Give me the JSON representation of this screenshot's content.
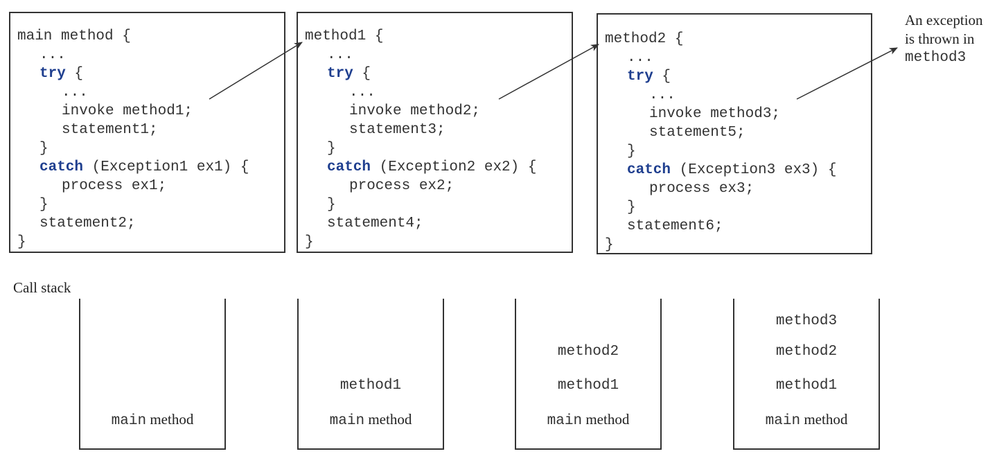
{
  "code_boxes": [
    {
      "lines": [
        {
          "pre": "main method {",
          "kw": "",
          "post": "",
          "indent": 0
        },
        {
          "pre": "...",
          "kw": "",
          "post": "",
          "indent": 1
        },
        {
          "pre": "",
          "kw": "try",
          "post": " {",
          "indent": 1
        },
        {
          "pre": "...",
          "kw": "",
          "post": "",
          "indent": 2
        },
        {
          "pre": "invoke method1;",
          "kw": "",
          "post": "",
          "indent": 2
        },
        {
          "pre": "statement1;",
          "kw": "",
          "post": "",
          "indent": 2
        },
        {
          "pre": "}",
          "kw": "",
          "post": "",
          "indent": 1
        },
        {
          "pre": "",
          "kw": "catch",
          "post": " (Exception1 ex1) {",
          "indent": 1
        },
        {
          "pre": "process ex1;",
          "kw": "",
          "post": "",
          "indent": 2
        },
        {
          "pre": "}",
          "kw": "",
          "post": "",
          "indent": 1
        },
        {
          "pre": "statement2;",
          "kw": "",
          "post": "",
          "indent": 1
        },
        {
          "pre": "}",
          "kw": "",
          "post": "",
          "indent": 0
        }
      ]
    },
    {
      "lines": [
        {
          "pre": "method1 {",
          "kw": "",
          "post": "",
          "indent": 0
        },
        {
          "pre": "...",
          "kw": "",
          "post": "",
          "indent": 1
        },
        {
          "pre": "",
          "kw": "try",
          "post": " {",
          "indent": 1
        },
        {
          "pre": "...",
          "kw": "",
          "post": "",
          "indent": 2
        },
        {
          "pre": "invoke method2;",
          "kw": "",
          "post": "",
          "indent": 2
        },
        {
          "pre": "statement3;",
          "kw": "",
          "post": "",
          "indent": 2
        },
        {
          "pre": "}",
          "kw": "",
          "post": "",
          "indent": 1
        },
        {
          "pre": "",
          "kw": "catch",
          "post": " (Exception2 ex2) {",
          "indent": 1
        },
        {
          "pre": "process ex2;",
          "kw": "",
          "post": "",
          "indent": 2
        },
        {
          "pre": "}",
          "kw": "",
          "post": "",
          "indent": 1
        },
        {
          "pre": "statement4;",
          "kw": "",
          "post": "",
          "indent": 1
        },
        {
          "pre": "}",
          "kw": "",
          "post": "",
          "indent": 0
        }
      ]
    },
    {
      "lines": [
        {
          "pre": "method2 {",
          "kw": "",
          "post": "",
          "indent": 0
        },
        {
          "pre": "...",
          "kw": "",
          "post": "",
          "indent": 1
        },
        {
          "pre": "",
          "kw": "try",
          "post": " {",
          "indent": 1
        },
        {
          "pre": "...",
          "kw": "",
          "post": "",
          "indent": 2
        },
        {
          "pre": "invoke method3;",
          "kw": "",
          "post": "",
          "indent": 2
        },
        {
          "pre": "statement5;",
          "kw": "",
          "post": "",
          "indent": 2
        },
        {
          "pre": "}",
          "kw": "",
          "post": "",
          "indent": 1
        },
        {
          "pre": "",
          "kw": "catch",
          "post": " (Exception3 ex3) {",
          "indent": 1
        },
        {
          "pre": "process ex3;",
          "kw": "",
          "post": "",
          "indent": 2
        },
        {
          "pre": "}",
          "kw": "",
          "post": "",
          "indent": 1
        },
        {
          "pre": "statement6;",
          "kw": "",
          "post": "",
          "indent": 1
        },
        {
          "pre": "}",
          "kw": "",
          "post": "",
          "indent": 0
        }
      ]
    }
  ],
  "note": {
    "line1": "An exception",
    "line2": "is thrown in",
    "line3": "method3"
  },
  "call_stack_label": "Call stack",
  "stacks": [
    [
      {
        "mono": "main",
        "serif": " method"
      }
    ],
    [
      {
        "mono": "method1",
        "serif": ""
      },
      {
        "mono": "main",
        "serif": " method"
      }
    ],
    [
      {
        "mono": "method2",
        "serif": ""
      },
      {
        "mono": "method1",
        "serif": ""
      },
      {
        "mono": "main",
        "serif": " method"
      }
    ],
    [
      {
        "mono": "method3",
        "serif": ""
      },
      {
        "mono": "method2",
        "serif": ""
      },
      {
        "mono": "method1",
        "serif": ""
      },
      {
        "mono": "main",
        "serif": " method"
      }
    ]
  ],
  "colors": {
    "keyword": "#1f3f8f",
    "border": "#333333"
  }
}
